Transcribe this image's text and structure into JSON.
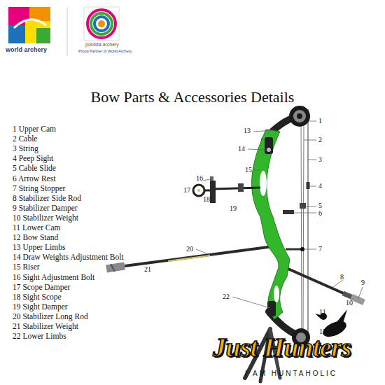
{
  "diagram": {
    "title": "Bow Parts & Accessories Details",
    "labels": [
      "world archery",
      "ponlida archery",
      "Proud Partner of World Archery",
      "1 Upper Cam",
      "2 Cable",
      "3 String",
      "4 Peep Sight",
      "5 Cable Slide",
      "6 Arrow Rest",
      "7 String Stopper",
      "8 Stabilizer Side Rod",
      "9 Stabilizer Damper",
      "10 Stabilizer Weight",
      "11 Lower Cam",
      "12 Bow Stand",
      "13 Upper Limbs",
      "14 Draw Weights Adjustment Bolt",
      "15 Riser",
      "16 Sight Adjustment Bolt",
      "17 Scope Damper",
      "18 Sight Scope",
      "19 Sight Damper",
      "20 Stabilizer Long Rod",
      "21 Stabilizer Weight",
      "22 Lower Limbs",
      "1",
      "2",
      "3",
      "4",
      "5",
      "6",
      "7",
      "8",
      "9",
      "10",
      "11",
      "12",
      "13",
      "14",
      "15",
      "16",
      "17",
      "18",
      "19",
      "20",
      "21",
      "22",
      "Just Hunters",
      "I AM HUNTAHOLIC"
    ]
  }
}
